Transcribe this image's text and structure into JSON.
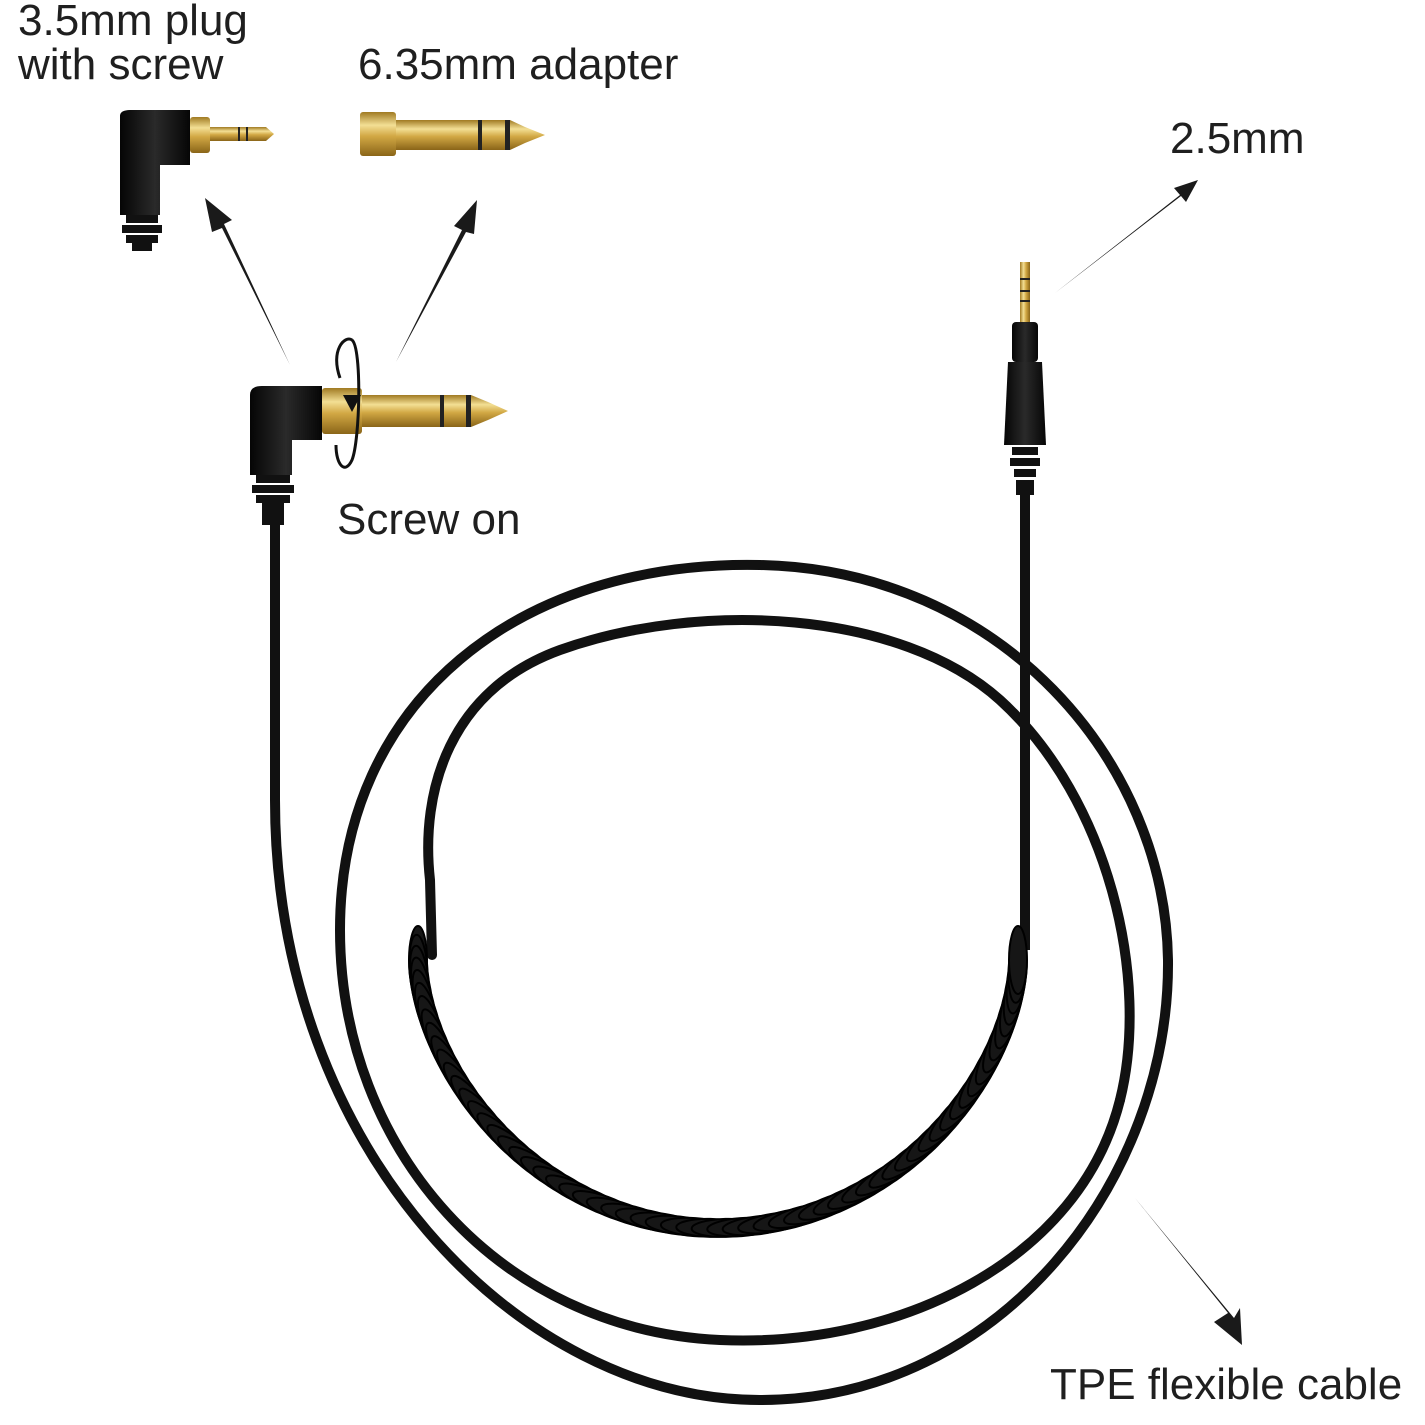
{
  "labels": {
    "plug_35_line1": "3.5mm plug",
    "plug_35_line2": "with screw",
    "adapter_635": "6.35mm adapter",
    "plug_25": "2.5mm",
    "screw_on": "Screw on",
    "tpe_cable": "TPE flexible cable"
  },
  "colors": {
    "background": "#ffffff",
    "cable": "#111111",
    "gold": "#d4aa4a",
    "gold_light": "#f1dc8f",
    "text": "#1f1f1f"
  },
  "components": [
    {
      "name": "3.5mm right-angle plug with screw"
    },
    {
      "name": "6.35mm screw-on adapter"
    },
    {
      "name": "3.5mm plug with 6.35mm adapter screwed on"
    },
    {
      "name": "2.5mm straight plug"
    },
    {
      "name": "Coiled TPE cable"
    }
  ]
}
